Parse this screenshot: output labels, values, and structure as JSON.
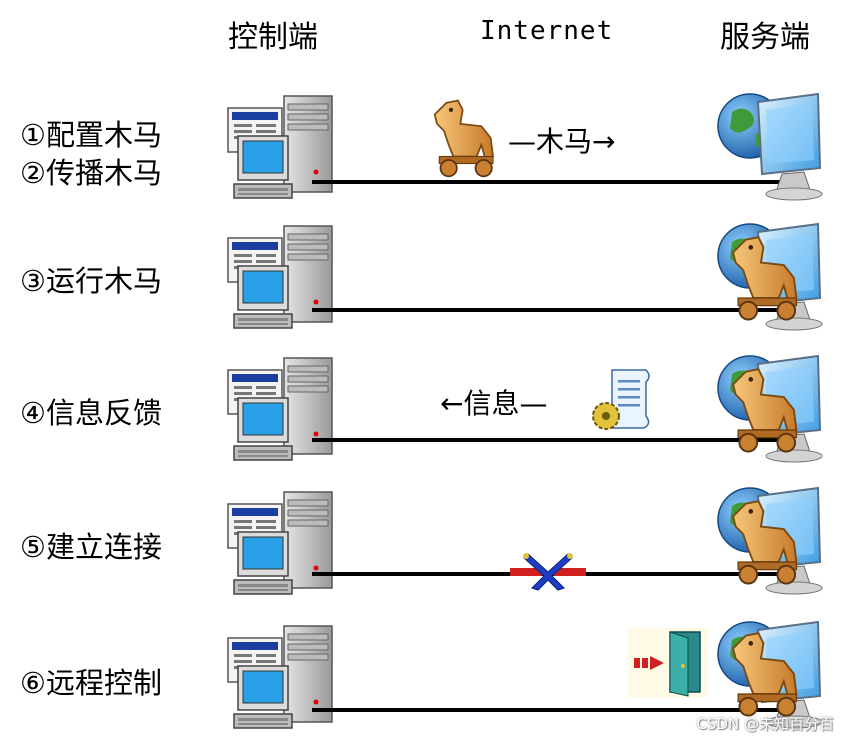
{
  "headers": {
    "left": "控制端",
    "middle": "Internet",
    "right": "服务端"
  },
  "steps": [
    {
      "lines": [
        "①配置木马",
        "②传播木马"
      ]
    },
    {
      "lines": [
        "③运行木马"
      ]
    },
    {
      "lines": [
        "④信息反馈"
      ]
    },
    {
      "lines": [
        "⑤建立连接"
      ]
    },
    {
      "lines": [
        "⑥远程控制"
      ]
    }
  ],
  "transfer_labels": {
    "trojan": "—木马→",
    "info": "←信息—"
  },
  "watermark": "CSDN @未知百分百",
  "colors": {
    "line": "#000000",
    "trojan": "#e0a040",
    "globe": "#2a7fd4",
    "monitor": "#4aa8ea"
  }
}
